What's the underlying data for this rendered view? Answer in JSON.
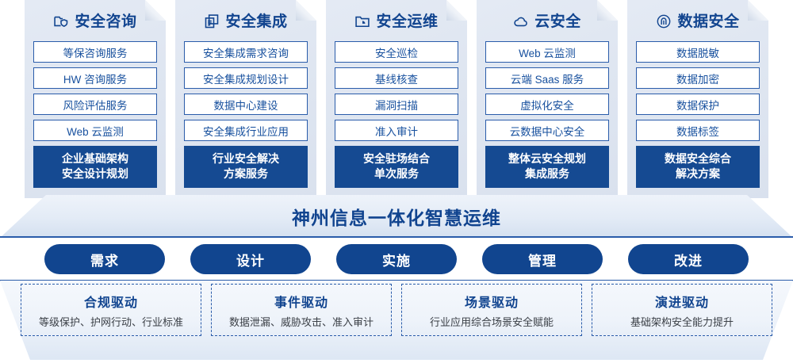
{
  "cards": [
    {
      "icon": "folder-shield-icon",
      "title": "安全咨询",
      "items": [
        "等保咨询服务",
        "HW 咨询服务",
        "风险评估服务",
        "Web 云监测"
      ],
      "footer": "企业基础架构\n安全设计规划"
    },
    {
      "icon": "stacked-documents-icon",
      "title": "安全集成",
      "items": [
        "安全集成需求咨询",
        "安全集成规划设计",
        "数据中心建设",
        "安全集成行业应用"
      ],
      "footer": "行业安全解决\n方案服务"
    },
    {
      "icon": "folder-chart-icon",
      "title": "安全运维",
      "items": [
        "安全巡检",
        "基线核查",
        "漏洞扫描",
        "准入审计"
      ],
      "footer": "安全驻场结合\n单次服务"
    },
    {
      "icon": "cloud-icon",
      "title": "云安全",
      "items": [
        "Web 云监测",
        "云端 Saas 服务",
        "虚拟化安全",
        "云数据中心安全"
      ],
      "footer": "整体云安全规划\n集成服务"
    },
    {
      "icon": "fingerprint-icon",
      "title": "数据安全",
      "items": [
        "数据脱敏",
        "数据加密",
        "数据保护",
        "数据标签"
      ],
      "footer": "数据安全综合\n解决方案"
    }
  ],
  "banner": {
    "text": "神州信息一体化智慧运维"
  },
  "pills": [
    {
      "label": "需求"
    },
    {
      "label": "设计"
    },
    {
      "label": "实施"
    },
    {
      "label": "管理"
    },
    {
      "label": "改进"
    }
  ],
  "drivers": [
    {
      "title": "合规驱动",
      "desc": "等级保护、护网行动、行业标准"
    },
    {
      "title": "事件驱动",
      "desc": "数据泄漏、威胁攻击、准入审计"
    },
    {
      "title": "场景驱动",
      "desc": "行业应用综合场景安全赋能"
    },
    {
      "title": "演进驱动",
      "desc": "基础架构安全能力提升"
    }
  ],
  "colors": {
    "deep_blue": "#11458f",
    "mid_blue": "#154a92",
    "border_blue": "#2a5caa",
    "card_bg": "#dfe6f1",
    "white": "#ffffff"
  }
}
